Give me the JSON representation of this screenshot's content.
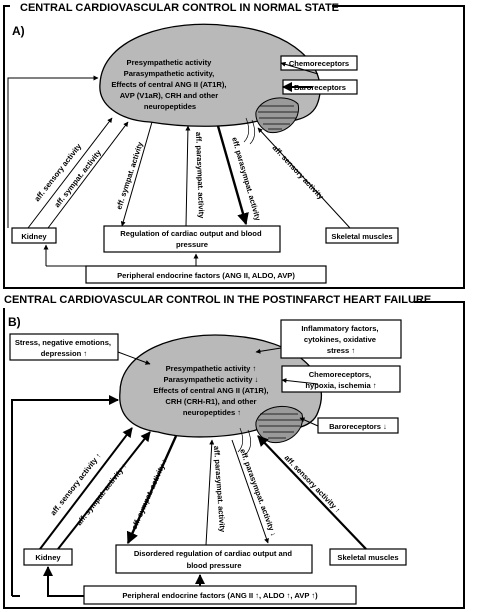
{
  "panel_a": {
    "title": "CENTRAL CARDIOVASCULAR CONTROL IN NORMAL STATE",
    "label": "A)",
    "brain_lines": [
      "Presympathetic  activity",
      "Parasympathetic activity,",
      "Effects of central ANG II (AT1R),",
      "AVP (V1aR), CRH and other",
      "neuropeptides"
    ],
    "chemoreceptors": "Chemoreceptors",
    "baroreceptors": "Baroreceptors",
    "kidney": "Kidney",
    "regulation": [
      "Regulation of cardiac output and blood",
      "pressure"
    ],
    "skeletal_muscles": "Skeletal muscles",
    "peripheral": "Peripheral endocrine factors (ANG II, ALDO, AVP)",
    "arrow_labels": {
      "aff_sensory_left": "aff. sensory  activity",
      "aff_sympat": "aff. sympat. activity",
      "eff_sympat": "eff. sympat. activity",
      "aff_parasympat": "aff. parasympat. activity",
      "eff_parasympat": "eff. parasympat. activity",
      "aff_sensory_right": "aff. sensory  activity"
    }
  },
  "panel_b": {
    "title": "CENTRAL CARDIOVASCULAR CONTROL IN THE POSTINFARCT HEART FAILURE",
    "label": "B)",
    "brain_lines": [
      "Presympathetic  activity ↑",
      "Parasympathetic activity ↓",
      "Effects of central ANG II (AT1R),",
      "CRH (CRH-R1), and other",
      "neuropeptides ↑"
    ],
    "stress": [
      "Stress, negative emotions,",
      "depression ↑"
    ],
    "inflammatory": [
      "Inflammatory factors,",
      "cytokines, oxidative",
      "stress ↑"
    ],
    "chemoreceptors": [
      "Chemoreceptors,",
      "hypoxia, ischemia ↑"
    ],
    "baroreceptors": "Baroreceptors ↓",
    "kidney": "Kidney",
    "regulation": [
      "Disordered regulation of cardiac output and",
      "blood pressure"
    ],
    "skeletal_muscles": "Skeletal muscles",
    "peripheral": "Peripheral endocrine factors (ANG II ↑, ALDO ↑, AVP ↑)",
    "arrow_labels": {
      "aff_sensory_left": "aff. sensory activity ↑",
      "aff_sympat": "aff. sympat. activity ↑",
      "eff_sympat": "eff. sympat. activity ↑",
      "aff_parasympat": "aff. parasympat. activity",
      "eff_parasympat": "eff. parasympat. activity ↓",
      "aff_sensory_right": "aff. sensory  activity ↑"
    }
  }
}
